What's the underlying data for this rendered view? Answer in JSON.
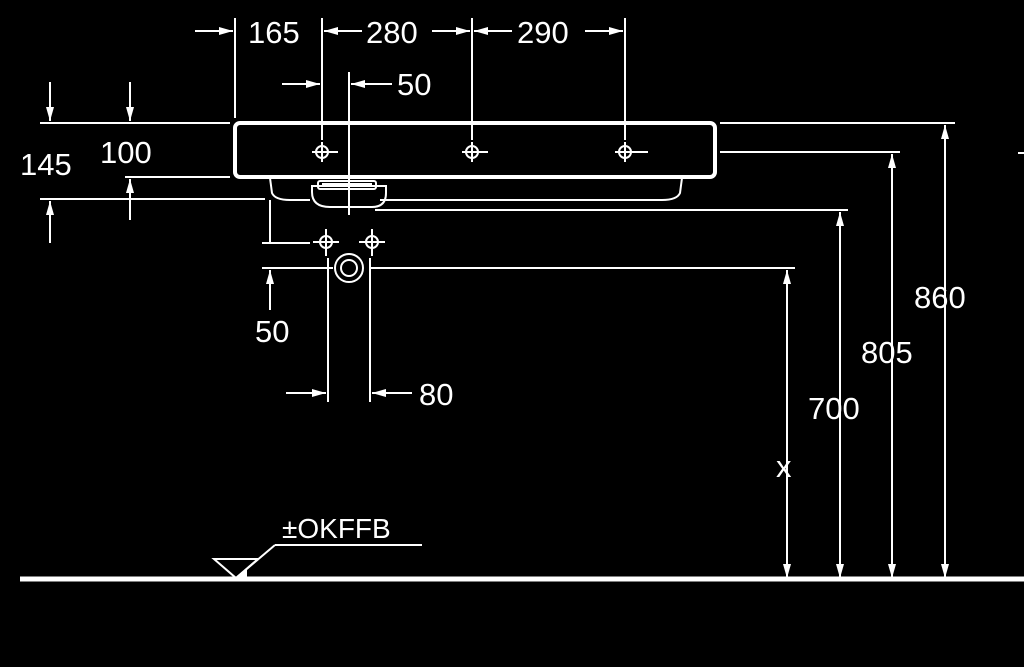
{
  "colors": {
    "background": "#000000",
    "stroke": "#ffffff"
  },
  "dimensions": {
    "top": {
      "d165": "165",
      "d280": "280",
      "d290": "290",
      "d50": "50"
    },
    "left": {
      "d145": "145",
      "d100": "100"
    },
    "waste": {
      "d50": "50",
      "d80": "80"
    },
    "heights": {
      "d860": "860",
      "d805": "805",
      "d700": "700",
      "x": "x"
    }
  },
  "floor_label": "±OKFFB"
}
